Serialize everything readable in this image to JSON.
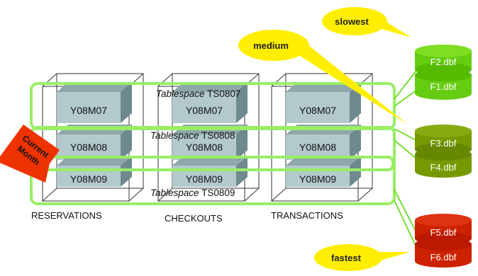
{
  "columns": [
    "RESERVATIONS",
    "CHECKOUTS",
    "TRANSACTIONS"
  ],
  "partitions": [
    "Y08M07",
    "Y08M08",
    "Y08M09"
  ],
  "tablespaces": [
    {
      "prefix": "Tablespace",
      "name": "TS0807"
    },
    {
      "prefix": "Tablespace",
      "name": "TS0808"
    },
    {
      "prefix": "Tablespace",
      "name": "TS0809"
    }
  ],
  "current_month": {
    "line1": "Current",
    "line2": "Month"
  },
  "speed_labels": {
    "slowest": "slowest",
    "medium": "medium",
    "fastest": "fastest"
  },
  "files": {
    "slow": [
      "F1.dbf",
      "F2.dbf"
    ],
    "medium": [
      "F3.dbf",
      "F4.dbf"
    ],
    "fast": [
      "F5.dbf",
      "F6.dbf"
    ]
  },
  "colors": {
    "tablespace_outline": "#99ee66",
    "connector": "#77dd33",
    "bubble": "#ffee00",
    "disk_slow": "#66cc11",
    "disk_medium": "#779900",
    "disk_fast": "#cc2200",
    "block_front": "#b3c9cc",
    "block_top": "#8fa6aa",
    "current_month_arrow": "#ee3300"
  }
}
